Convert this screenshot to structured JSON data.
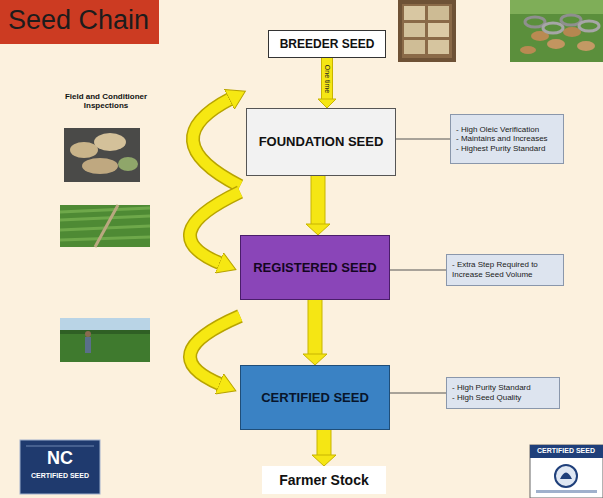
{
  "diagram": {
    "title": "Seed Chain",
    "nodes": [
      {
        "text": [
          "BREEDER SEED"
        ]
      },
      {
        "text": [
          "FOUNDATION SEED"
        ]
      },
      {
        "text": [
          "REGISTERED SEED"
        ]
      },
      {
        "text": [
          "CERTIFIED SEED"
        ]
      },
      {
        "text": [
          "Farmer Stock"
        ]
      },
      {
        "text": [
          "- High Oleic Verification",
          "- Maintains and Increases",
          "- Highest Purity Standard"
        ]
      },
      {
        "text": [
          "- Extra Step Required to Increase Seed Volume"
        ]
      },
      {
        "text": [
          "- High Purity Standard",
          "- High Seed Quality"
        ]
      }
    ],
    "edges": [
      {
        "from": 0,
        "to": 1,
        "arrow": "to",
        "label": "One time"
      },
      {
        "from": 1,
        "to": 2,
        "arrow": "to"
      },
      {
        "from": 2,
        "to": 3,
        "arrow": "to"
      },
      {
        "from": 3,
        "to": 4,
        "arrow": "to"
      },
      {
        "from": 1,
        "to": 5,
        "arrow": "none"
      },
      {
        "from": 2,
        "to": 6,
        "arrow": "none"
      },
      {
        "from": 3,
        "to": 7,
        "arrow": "none"
      }
    ],
    "labels": [
      "Field and Conditioner Inspections",
      "NC",
      "CERTIFIED SEED",
      "CERTIFIED SEED"
    ]
  }
}
